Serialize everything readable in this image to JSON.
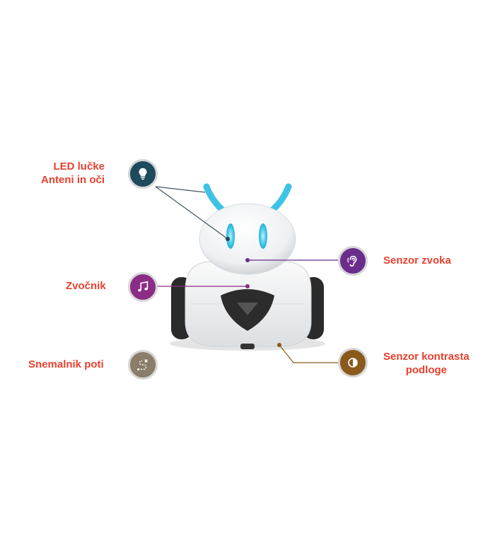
{
  "colors": {
    "label": "#e8402f",
    "led": "#3cc3e6",
    "badge_led": "#1d4a5c",
    "badge_speaker": "#8b2c87",
    "badge_sound": "#6b2d8c",
    "badge_path": "#8a7d6a",
    "badge_contrast": "#8a5a1a"
  },
  "labels": {
    "led_line1": "LED lučke",
    "led_line2": "Anteni in oči",
    "speaker": "Zvočnik",
    "path_recorder": "Snemalnik poti",
    "sound_sensor": "Senzor zvoka",
    "contrast_line1": "Senzor kontrasta",
    "contrast_line2": "podloge"
  },
  "icons": {
    "led": "lightbulb-icon",
    "speaker": "music-note-icon",
    "path_recorder": "path-route-icon",
    "sound_sensor": "ear-icon",
    "contrast": "half-circle-contrast-icon"
  }
}
